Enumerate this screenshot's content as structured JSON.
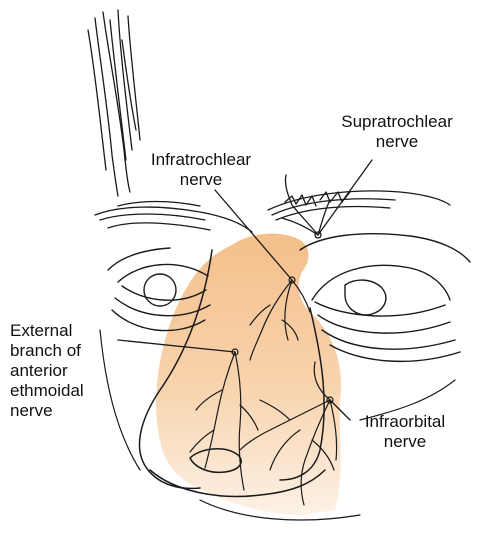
{
  "labels": {
    "supratrochlear": [
      "Supratrochlear",
      "nerve"
    ],
    "infratrochlear": [
      "Infratrochlear",
      "nerve"
    ],
    "ethmoidal": [
      "External",
      "branch of",
      "anterior",
      "ethmoidal",
      "nerve"
    ],
    "infraorbital": [
      "Infraorbital",
      "nerve"
    ]
  },
  "colors": {
    "shading": "#f5c99a",
    "ink": "#1a1a1a"
  }
}
